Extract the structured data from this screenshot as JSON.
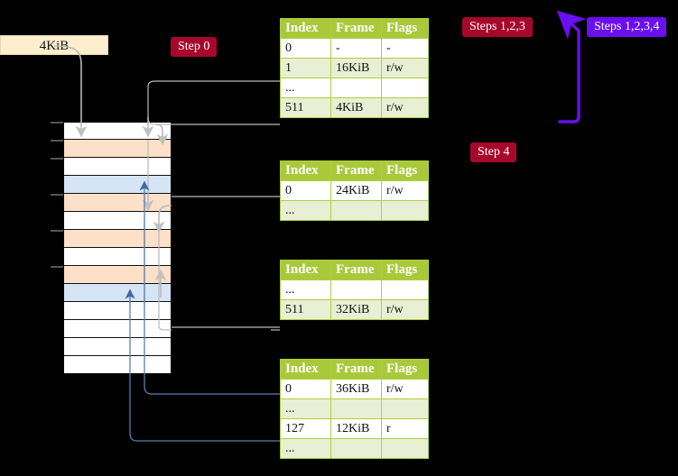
{
  "diagram": {
    "title_label": "4KiB",
    "background_color": "#000000"
  },
  "labels": {
    "size_label": "4KiB",
    "step0": "Step 0",
    "steps123": "Steps 1,2,3",
    "steps1234": "Steps 1,2,3,4",
    "step4": "Step 4"
  },
  "colors": {
    "badge_crimson": "#a8072c",
    "badge_violet": "#6a0ff0",
    "table_header": "#a9c93a",
    "table_alt_row": "#e9efd4",
    "highlight": "#f7f7a8",
    "mem_orange": "#fde0c8",
    "mem_blue": "#d6e5f5",
    "label_cream": "#fdeecd",
    "arrow_gray": "#b9b9b9",
    "arrow_blue": "#5b7fae"
  },
  "memory_column": {
    "rows": [
      {
        "fill": "white"
      },
      {
        "fill": "orange"
      },
      {
        "fill": "white"
      },
      {
        "fill": "blue"
      },
      {
        "fill": "orange"
      },
      {
        "fill": "white"
      },
      {
        "fill": "orange"
      },
      {
        "fill": "white"
      },
      {
        "fill": "orange"
      },
      {
        "fill": "blue"
      },
      {
        "fill": "white"
      },
      {
        "fill": "white"
      },
      {
        "fill": "white"
      },
      {
        "fill": "white"
      }
    ]
  },
  "tables": [
    {
      "name": "pml4",
      "headers": [
        "Index",
        "Frame",
        "Flags"
      ],
      "rows": [
        {
          "style": "plain",
          "cells": [
            "0",
            "-",
            "-"
          ]
        },
        {
          "style": "alt",
          "cells": [
            "1",
            "16KiB",
            "r/w"
          ]
        },
        {
          "style": "plain",
          "cells": [
            "...",
            "",
            ""
          ]
        },
        {
          "style": "alt",
          "highlight": true,
          "cells": [
            "511",
            "4KiB",
            "r/w"
          ]
        }
      ]
    },
    {
      "name": "pdpt",
      "headers": [
        "Index",
        "Frame",
        "Flags"
      ],
      "rows": [
        {
          "style": "plain",
          "cells": [
            "0",
            "24KiB",
            "r/w"
          ]
        },
        {
          "style": "alt",
          "cells": [
            "...",
            "",
            ""
          ]
        }
      ]
    },
    {
      "name": "pd",
      "headers": [
        "Index",
        "Frame",
        "Flags"
      ],
      "rows": [
        {
          "style": "plain",
          "cells": [
            "...",
            "",
            ""
          ]
        },
        {
          "style": "alt",
          "cells": [
            "511",
            "32KiB",
            "r/w"
          ]
        }
      ]
    },
    {
      "name": "pt",
      "headers": [
        "Index",
        "Frame",
        "Flags"
      ],
      "rows": [
        {
          "style": "plain",
          "cells": [
            "0",
            "36KiB",
            "r/w"
          ]
        },
        {
          "style": "alt",
          "cells": [
            "...",
            "",
            ""
          ]
        },
        {
          "style": "plain",
          "cells": [
            "127",
            "12KiB",
            "r"
          ]
        },
        {
          "style": "alt",
          "cells": [
            "...",
            "",
            ""
          ]
        }
      ]
    }
  ]
}
